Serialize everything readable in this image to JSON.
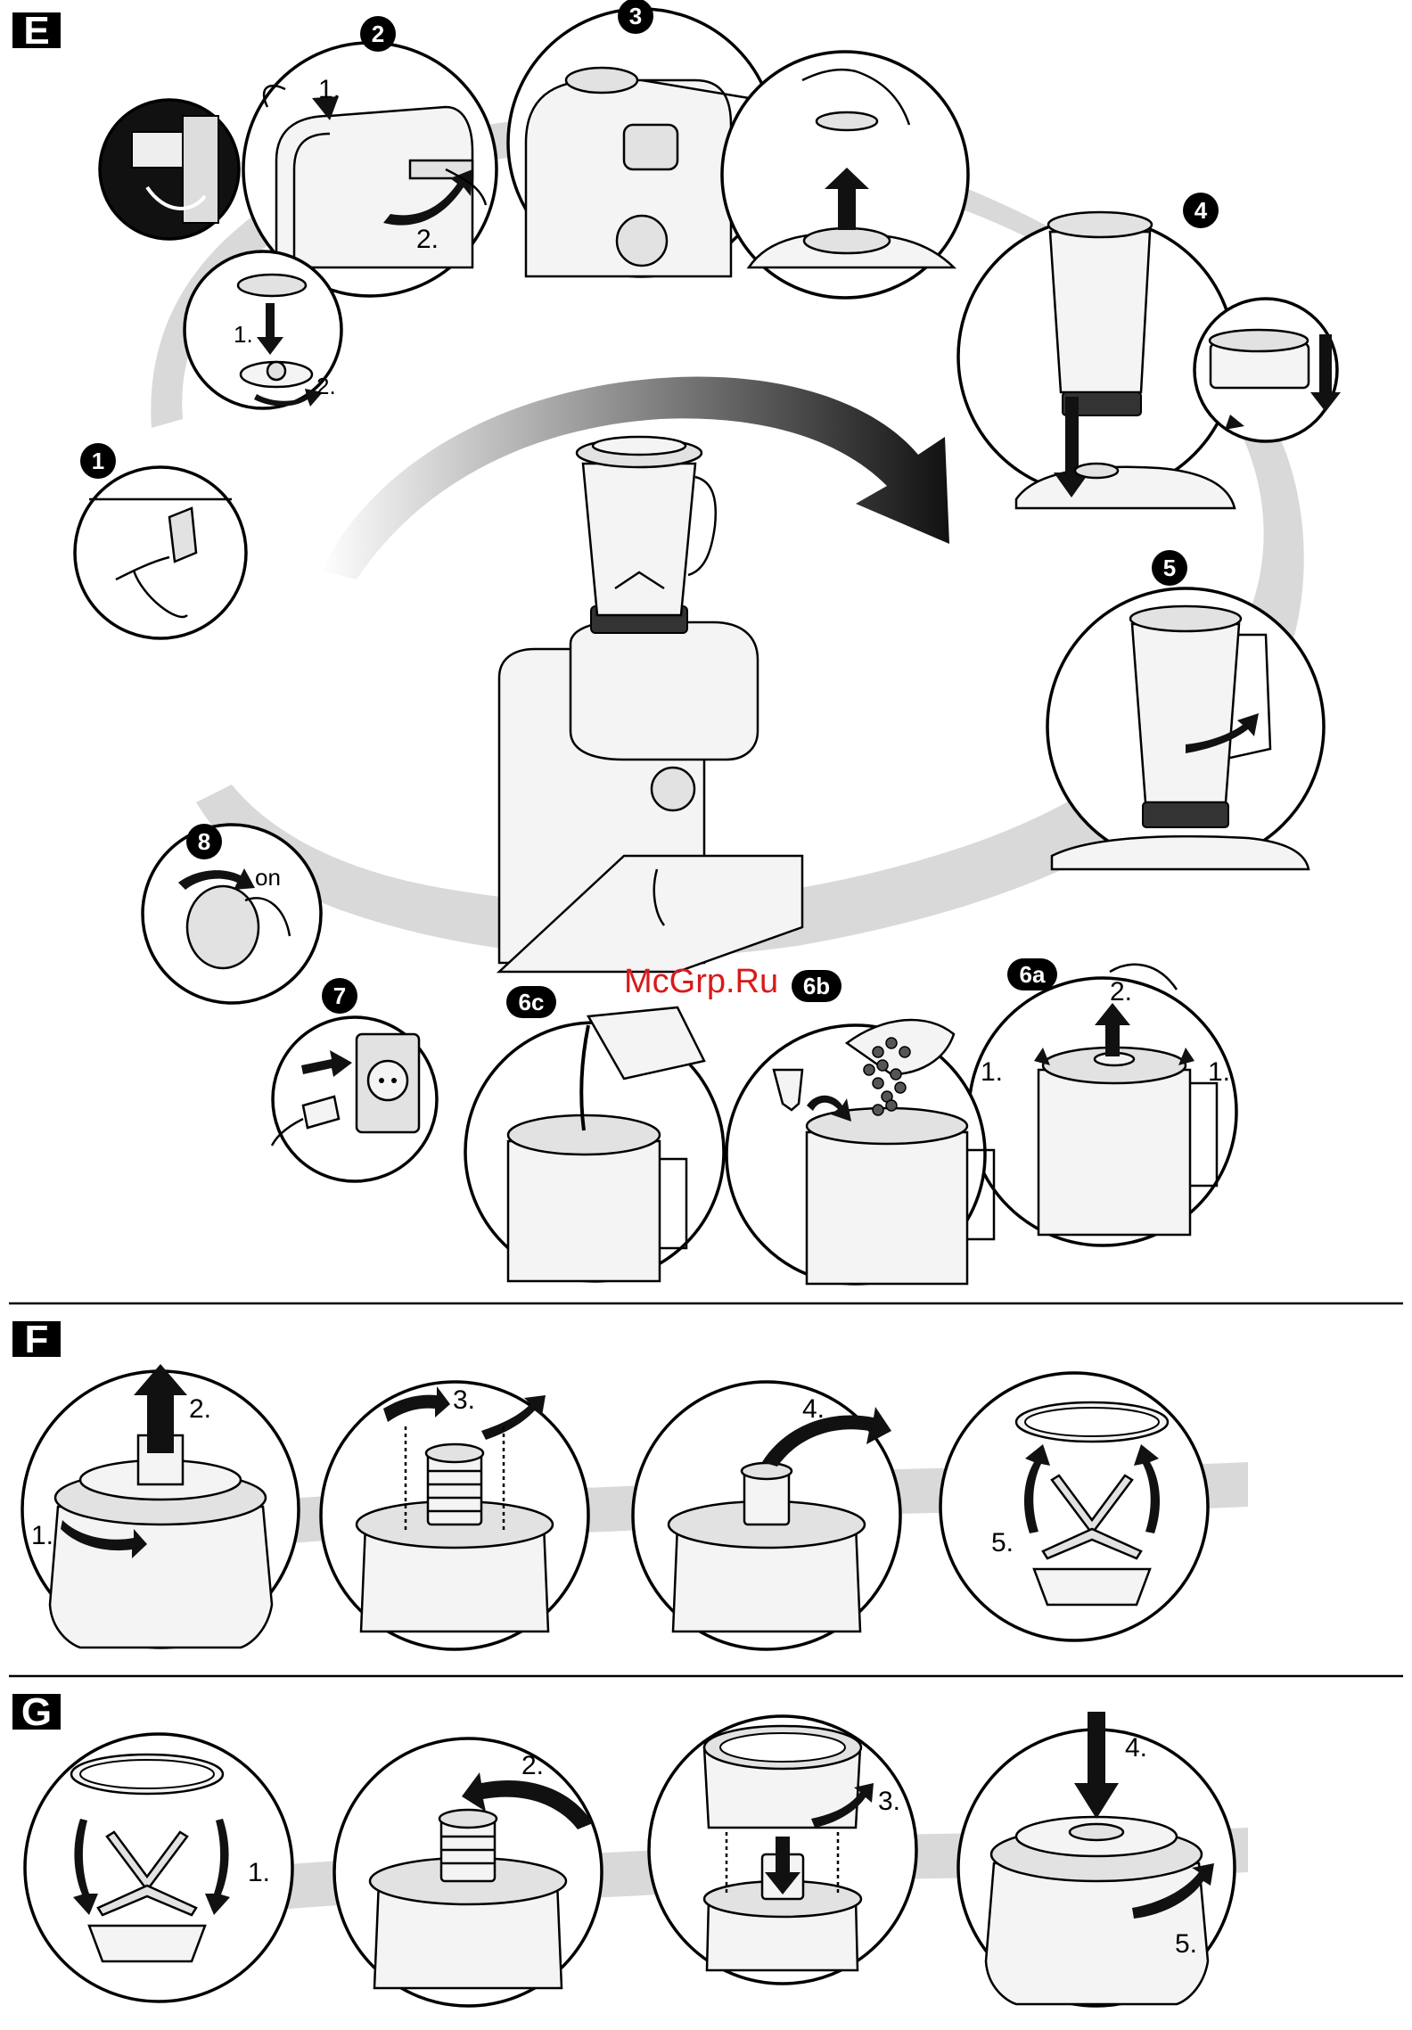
{
  "watermark": "McGrp.Ru",
  "colors": {
    "ink": "#000000",
    "paper": "#ffffff",
    "shadow_swoosh": "#d9d9d9",
    "watermark": "#d81b1b"
  },
  "sections": {
    "E": {
      "letter": "E",
      "steps": {
        "s1": "1",
        "s2": "2",
        "s3": "3",
        "s4": "4",
        "s5": "5",
        "s6a": "6a",
        "s6b": "6b",
        "s6c": "6c",
        "s7": "7",
        "s8": "8"
      },
      "labels": {
        "s2_one": "1.",
        "s2_two": "2.",
        "sub_one": "1.",
        "sub_two": "2.",
        "s6a_two": "2.",
        "s6a_one_left": "1.",
        "s6a_one_right": "1.",
        "s8_on": "on"
      }
    },
    "F": {
      "letter": "F",
      "labels": {
        "f1": "1.",
        "f2": "2.",
        "f3": "3.",
        "f4": "4.",
        "f5": "5."
      }
    },
    "G": {
      "letter": "G",
      "labels": {
        "g1": "1.",
        "g2": "2.",
        "g3": "3.",
        "g4": "4.",
        "g5": "5."
      }
    }
  }
}
